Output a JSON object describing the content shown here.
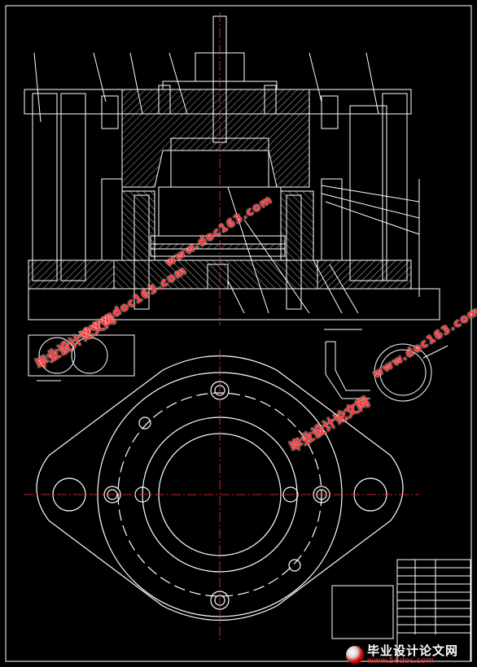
{
  "watermarks": {
    "url": "www.doc163.com",
    "cn": "毕业设计论文网"
  },
  "footer": {
    "cn": "毕业设计论文网",
    "url": "www.56doc.com"
  },
  "colors": {
    "background": "#000000",
    "line": "#ffffff",
    "centerline": "#ff3333",
    "watermark": "#ff2a2a"
  }
}
